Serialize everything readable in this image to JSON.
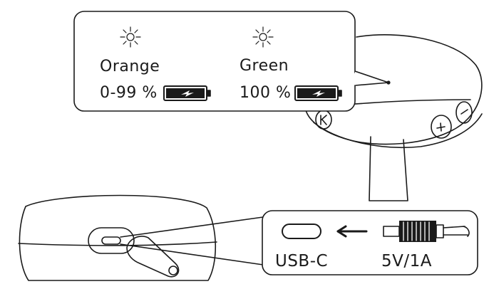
{
  "led_panel": {
    "orange": {
      "color_name": "Orange",
      "charge_range": "0-99 %",
      "led_color": "#f08a1c"
    },
    "green": {
      "color_name": "Green",
      "charge_range": "100 %",
      "led_color": "#2eaa44"
    }
  },
  "charging_panel": {
    "port_label": "USB-C",
    "adapter_spec": "5V/1A"
  },
  "icons": [
    "led-light-icon",
    "battery-charging-icon",
    "arrow-left-icon",
    "usb-c-plug-icon",
    "usb-c-port-icon",
    "plus-icon",
    "minus-icon",
    "k-logo-icon"
  ]
}
